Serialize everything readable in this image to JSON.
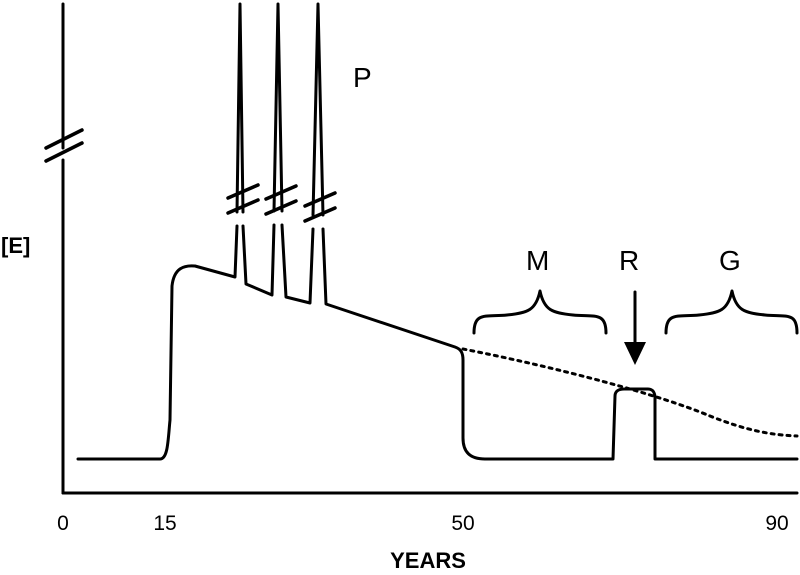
{
  "axes": {
    "y_label": "[E]",
    "x_label": "YEARS",
    "x_ticks": [
      "0",
      "15",
      "50",
      "90"
    ]
  },
  "labels": {
    "pregnancy": "P",
    "menopause": "M",
    "replacement": "R",
    "geriatric": "G"
  }
}
